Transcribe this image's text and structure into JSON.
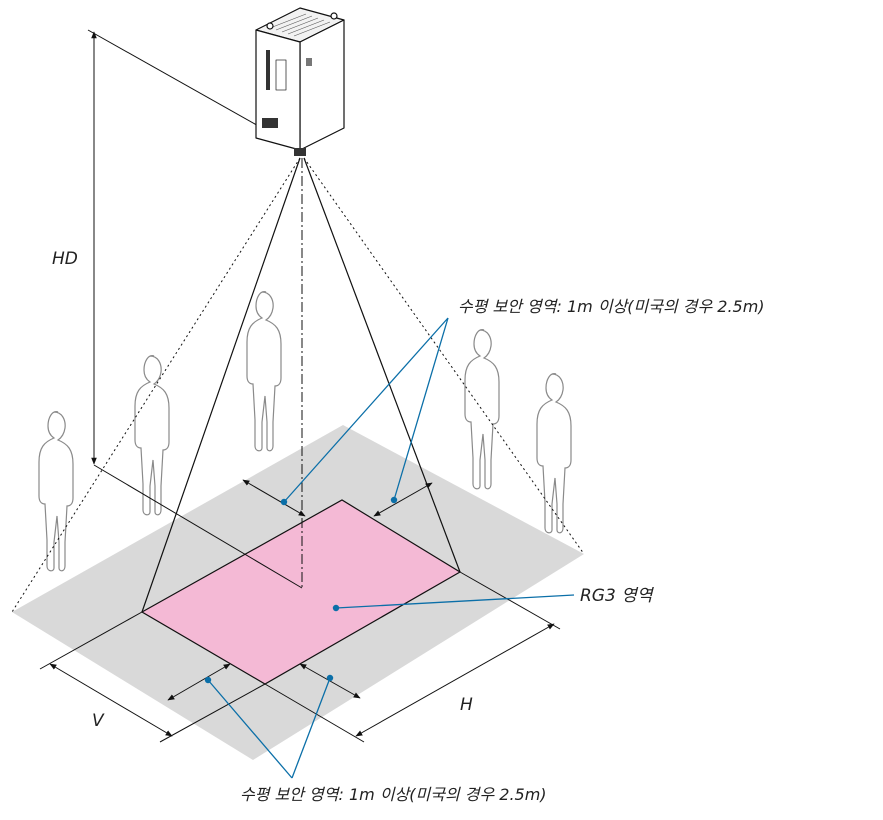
{
  "labels": {
    "hd": "HD",
    "v": "V",
    "h": "H",
    "rg3": "RG3 영역",
    "safety_top": "수평 보안 영역: 1m 이상(미국의 경우 2.5m)",
    "safety_bottom": "수평 보안 영역: 1m 이상(미국의 경우 2.5m)"
  },
  "colors": {
    "floor": "#d9d9d9",
    "rg3_zone": "#f4b9d5",
    "leader": "#0b6fa8",
    "outline": "#111111",
    "person": "#8a8a8a",
    "projector": "#ffffff"
  },
  "icons": [
    "projector-icon",
    "person-icon"
  ]
}
